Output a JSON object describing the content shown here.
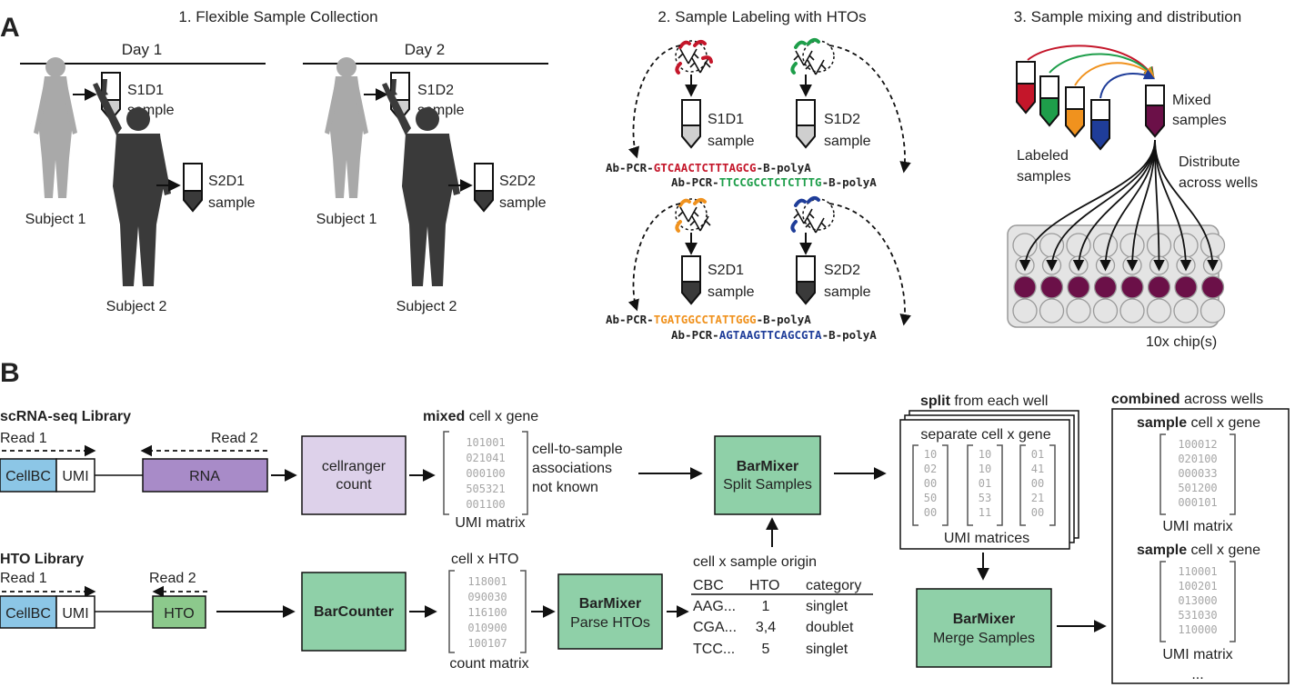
{
  "panelA": {
    "label": "A",
    "section1_title": "1. Flexible Sample Collection",
    "day1": "Day 1",
    "day2": "Day 2",
    "subject1": "Subject 1",
    "subject2": "Subject 2",
    "s1d1": [
      "S1D1",
      "sample"
    ],
    "s2d1": [
      "S2D1",
      "sample"
    ],
    "s1d2": [
      "S1D2",
      "sample"
    ],
    "s2d2": [
      "S2D2",
      "sample"
    ],
    "section2_title": "2. Sample Labeling with HTOs",
    "hto_rows": [
      {
        "prefix": "Ab-PCR-",
        "barcode": "GTCAACTCTTTAGCG",
        "suffix": "-B-polyA",
        "color": "#c4162a"
      },
      {
        "prefix": "Ab-PCR-",
        "barcode": "TTCCGCCTCTCTTTG",
        "suffix": "-B-polyA",
        "color": "#1e9e4a"
      },
      {
        "prefix": "Ab-PCR-",
        "barcode": "TGATGGCCTATTGGG",
        "suffix": "-B-polyA",
        "color": "#f0921e"
      },
      {
        "prefix": "Ab-PCR-",
        "barcode": "AGTAAGTTCAGCGTA",
        "suffix": "-B-polyA",
        "color": "#1f3d99"
      }
    ],
    "section3_title": "3. Sample mixing and distribution",
    "mixed_samples": [
      "Mixed",
      "samples"
    ],
    "labeled_samples": [
      "Labeled",
      "samples"
    ],
    "distribute": [
      "Distribute",
      "across wells"
    ],
    "chip_label": "10x chip(s)",
    "colors": {
      "red": "#c4162a",
      "green": "#1e9e4a",
      "orange": "#f0921e",
      "blue": "#1f3d99",
      "purple": "#6b1048",
      "gray_figure": "#a9a9a9",
      "dark_figure": "#3a3a3a"
    }
  },
  "panelB": {
    "label": "B",
    "scrna_title": "scRNA-seq Library",
    "read1": "Read 1",
    "read2": "Read 2",
    "cellbc": "CellBC",
    "umi": "UMI",
    "rna": "RNA",
    "hto_title": "HTO Library",
    "hto": "HTO",
    "cellranger": [
      "cellranger",
      "count"
    ],
    "mixed_title": {
      "bold": "mixed",
      "rest": " cell x gene"
    },
    "mixed_matrix": [
      "101001",
      "021041",
      "000100",
      "505321",
      "001100"
    ],
    "mixed_caption": "UMI matrix",
    "assoc_text": [
      "cell-to-sample",
      "associations",
      "not known"
    ],
    "barmixer_split": {
      "title": "BarMixer",
      "sub": "Split Samples"
    },
    "split_title": {
      "bold": "split",
      "rest": " from each well"
    },
    "separate_title": "separate cell x gene",
    "split_matrices": [
      [
        "10",
        "02",
        "00",
        "50",
        "00"
      ],
      [
        "10",
        "10",
        "01",
        "53",
        "11"
      ],
      [
        "01",
        "41",
        "00",
        "21",
        "00"
      ]
    ],
    "split_caption": "UMI matrices",
    "combined_title": {
      "bold": "combined",
      "rest": " across wells"
    },
    "sample_title": {
      "bold": "sample",
      "rest": " cell x gene"
    },
    "combined_matrix1": [
      "100012",
      "020100",
      "000033",
      "501200",
      "000101"
    ],
    "combined_matrix2": [
      "110001",
      "100201",
      "013000",
      "531030",
      "110000"
    ],
    "umi_matrix": "UMI matrix",
    "ellipsis": "...",
    "barcounter": "BarCounter",
    "cellxhto_title": "cell x HTO",
    "hto_matrix": [
      "118001",
      "090030",
      "116100",
      "010900",
      "100107"
    ],
    "hto_caption": "count matrix",
    "barmixer_parse": {
      "title": "BarMixer",
      "sub": "Parse HTOs"
    },
    "origin_title": "cell x sample origin",
    "origin_table": {
      "headers": [
        "CBC",
        "HTO",
        "category"
      ],
      "rows": [
        [
          "AAG...",
          "1",
          "singlet"
        ],
        [
          "CGA...",
          "3,4",
          "doublet"
        ],
        [
          "TCC...",
          "5",
          "singlet"
        ]
      ]
    },
    "barmixer_merge": {
      "title": "BarMixer",
      "sub": "Merge Samples"
    },
    "colors": {
      "cellbc": "#8cc6e6",
      "rna": "#a88bc8",
      "hto": "#8cc98c",
      "cellranger": "#ddd1ea",
      "green_box": "#8fd0a8"
    }
  }
}
